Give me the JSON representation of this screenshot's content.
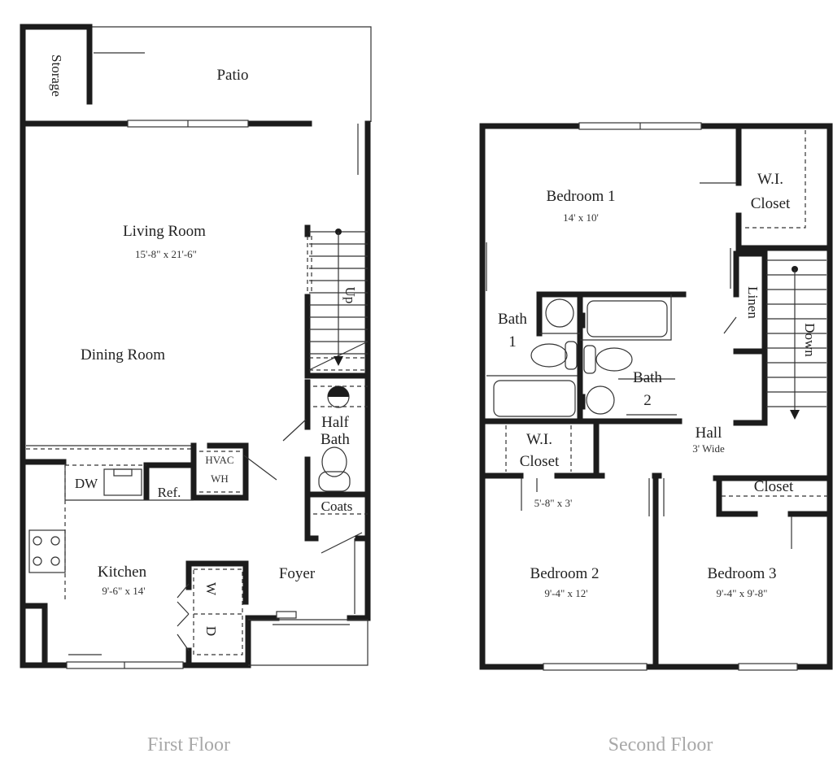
{
  "first_floor": {
    "caption": "First Floor",
    "rooms": {
      "storage": "Storage",
      "patio": "Patio",
      "living_room": "Living Room",
      "living_room_dim": "15'-8\" x 21'-6\"",
      "dining_room": "Dining Room",
      "stairs": "Up",
      "half_bath_1": "Half",
      "half_bath_2": "Bath",
      "hvac": "HVAC",
      "wh": "WH",
      "dw": "DW",
      "ref": "Ref.",
      "coats": "Coats",
      "kitchen": "Kitchen",
      "kitchen_dim": "9'-6\" x 14'",
      "foyer": "Foyer",
      "washer": "W",
      "dryer": "D"
    }
  },
  "second_floor": {
    "caption": "Second Floor",
    "rooms": {
      "bedroom1": "Bedroom 1",
      "bedroom1_dim": "14' x 10'",
      "wi_closet1_a": "W.I.",
      "wi_closet1_b": "Closet",
      "bath1_a": "Bath",
      "bath1_b": "1",
      "bath2_a": "Bath",
      "bath2_b": "2",
      "linen": "Linen",
      "stairs": "Down",
      "hall": "Hall",
      "hall_dim": "3' Wide",
      "wi_closet2_a": "W.I.",
      "wi_closet2_b": "Closet",
      "wi_closet2_dim": "5'-8\" x 3'",
      "closet": "Closet",
      "bedroom2": "Bedroom 2",
      "bedroom2_dim": "9'-4\" x 12'",
      "bedroom3": "Bedroom 3",
      "bedroom3_dim": "9'-4\" x 9'-8\""
    }
  }
}
